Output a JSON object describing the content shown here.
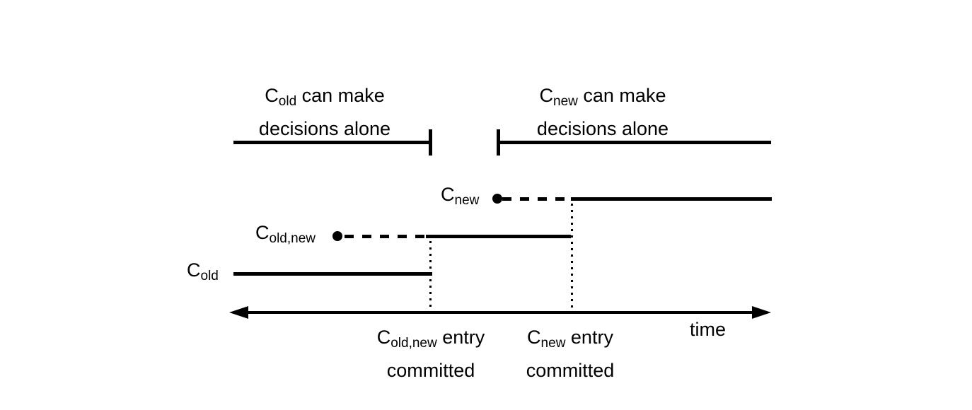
{
  "colors": {
    "ink": "#000000",
    "paper": "#ffffff"
  },
  "top_annotations": {
    "left": {
      "c": "C",
      "sub": "old",
      "rest": " can make",
      "line2": "decisions alone"
    },
    "right": {
      "c": "C",
      "sub": "new",
      "rest": " can make",
      "line2": "decisions alone"
    }
  },
  "config_labels": {
    "c_old": {
      "c": "C",
      "sub": "old"
    },
    "c_old_new": {
      "c": "C",
      "sub": "old,new"
    },
    "c_new": {
      "c": "C",
      "sub": "new"
    }
  },
  "event_labels": {
    "c_old_new_committed": {
      "c": "C",
      "sub": "old,new",
      "rest": " entry",
      "line2": "committed"
    },
    "c_new_committed": {
      "c": "C",
      "sub": "new",
      "rest": " entry",
      "line2": "committed"
    }
  },
  "axis": {
    "label": "time"
  }
}
